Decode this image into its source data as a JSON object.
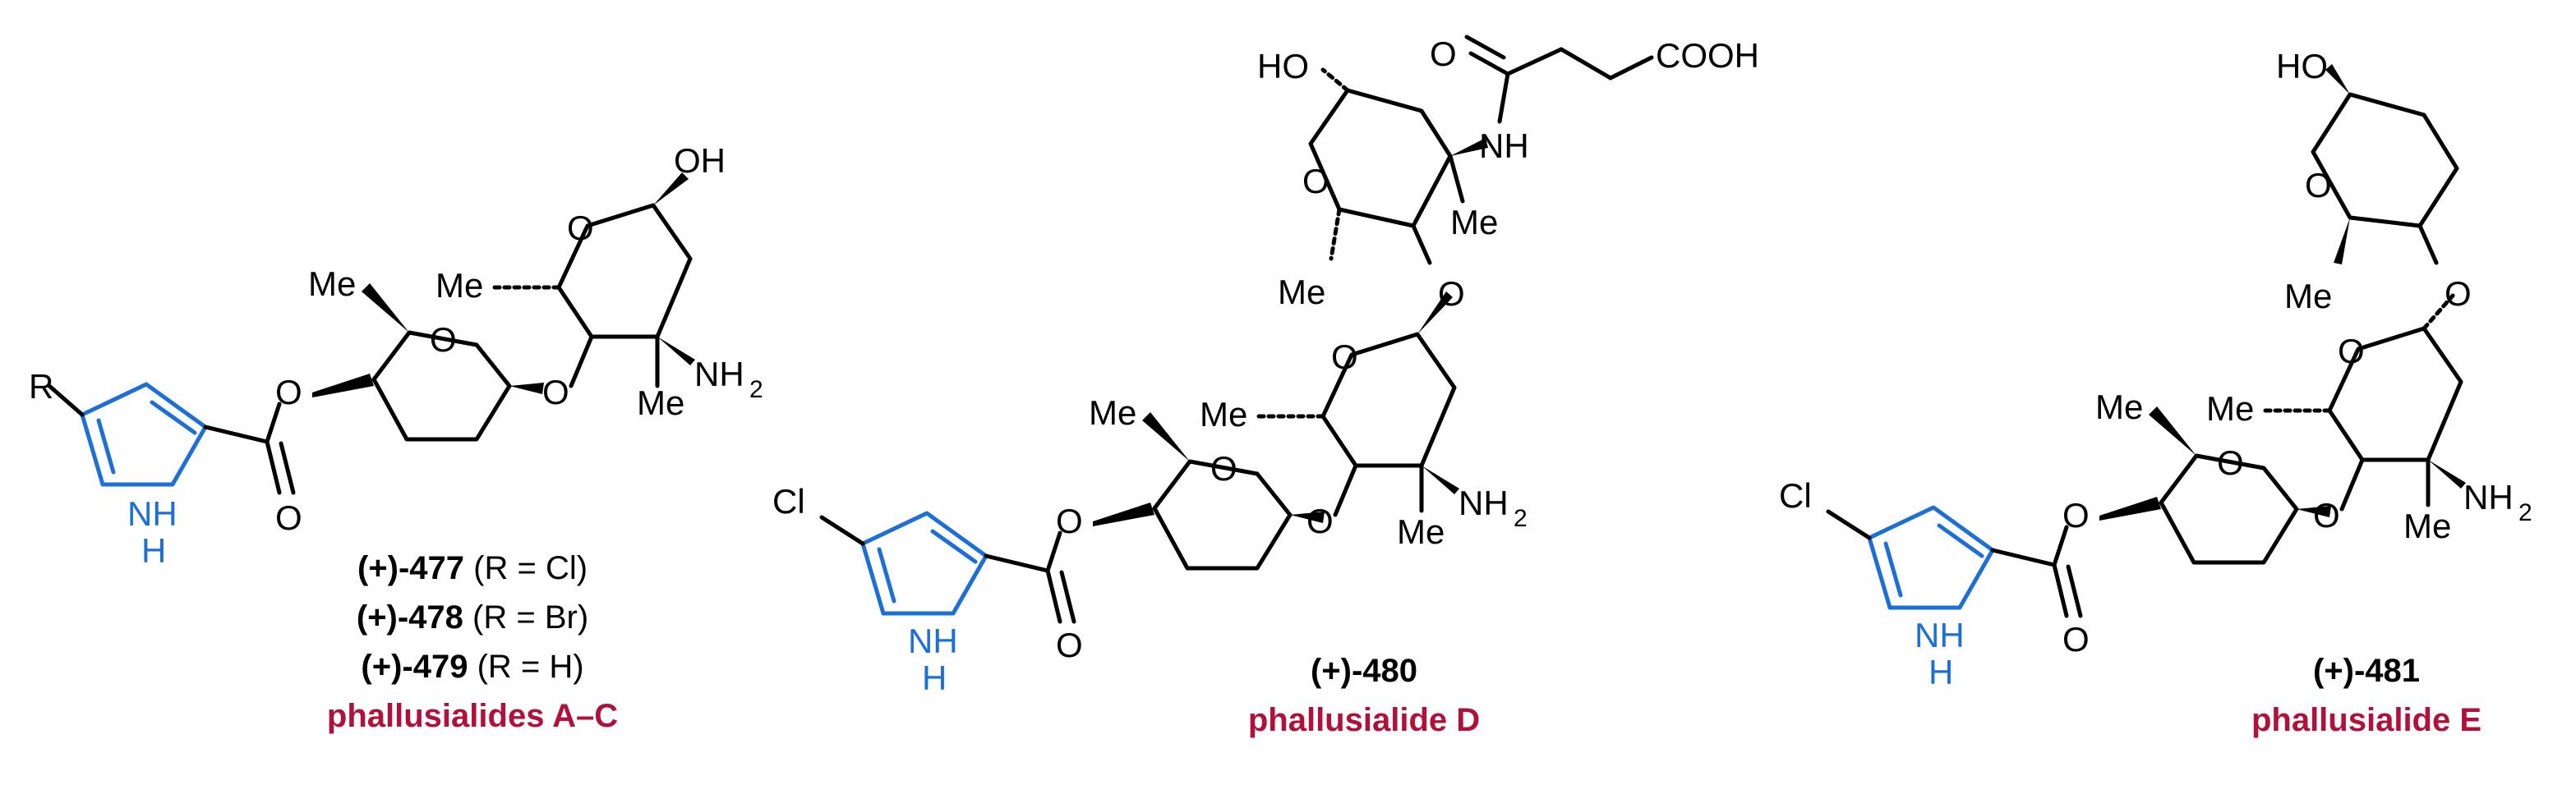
{
  "colors": {
    "pyrrole": "#1b6fd6",
    "natural_product_name": "#b0103a",
    "ink": "#000000"
  },
  "atom_labels": {
    "R": "R",
    "Cl": "Cl",
    "NH": "NH",
    "H": "H",
    "O": "O",
    "OH": "OH",
    "HO": "HO",
    "Me": "Me",
    "NH2_main": "NH",
    "NH2_sub": "2",
    "COOH": "COOH"
  },
  "structures": [
    {
      "compounds": [
        {
          "id": "(+)-477",
          "substituent": " (R = Cl)"
        },
        {
          "id": "(+)-478",
          "substituent": " (R = Br)"
        },
        {
          "id": "(+)-479",
          "substituent": " (R = H)"
        }
      ],
      "name": "phallusialides A–C"
    },
    {
      "compounds": [
        {
          "id": "(+)-480",
          "substituent": ""
        }
      ],
      "name": "phallusialide D"
    },
    {
      "compounds": [
        {
          "id": "(+)-481",
          "substituent": ""
        }
      ],
      "name": "phallusialide E"
    }
  ]
}
